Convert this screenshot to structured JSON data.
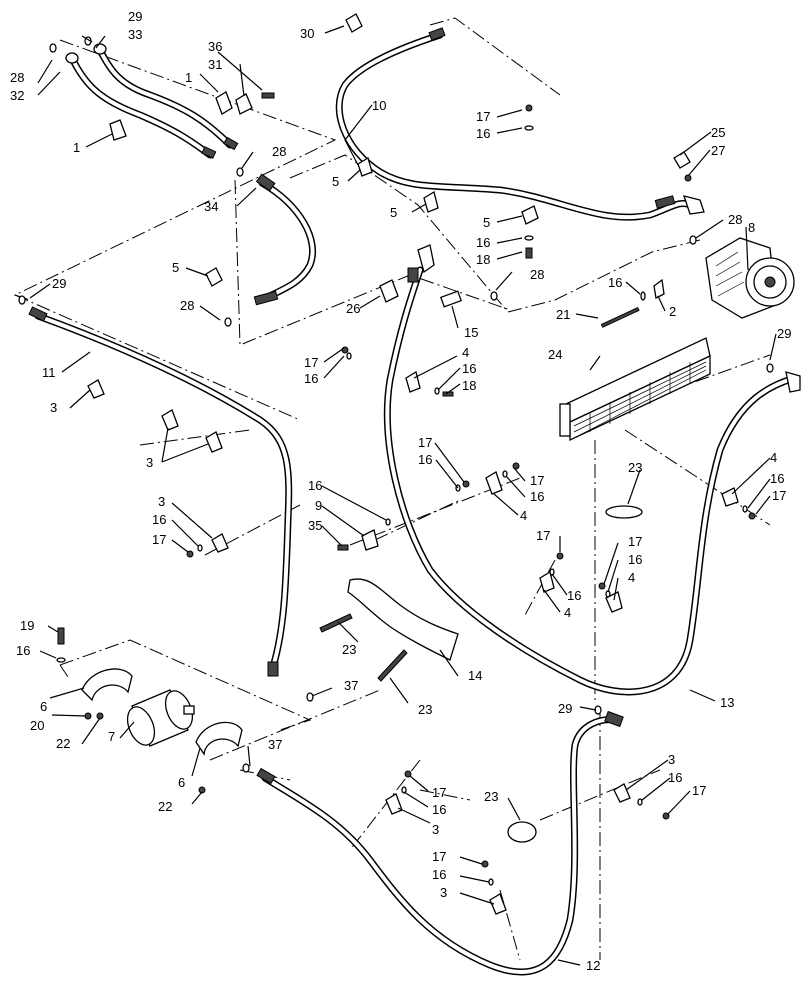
{
  "diagram": {
    "callouts": [
      {
        "id": "c29a",
        "text": "29"
      },
      {
        "id": "c33",
        "text": "33"
      },
      {
        "id": "c28a",
        "text": "28"
      },
      {
        "id": "c32",
        "text": "32"
      },
      {
        "id": "c36",
        "text": "36"
      },
      {
        "id": "c1a",
        "text": "1"
      },
      {
        "id": "c31",
        "text": "31"
      },
      {
        "id": "c1b",
        "text": "1"
      },
      {
        "id": "c28b",
        "text": "28"
      },
      {
        "id": "c34",
        "text": "34"
      },
      {
        "id": "c30",
        "text": "30"
      },
      {
        "id": "c10",
        "text": "10"
      },
      {
        "id": "c5a",
        "text": "5"
      },
      {
        "id": "c5b",
        "text": "5"
      },
      {
        "id": "c17a",
        "text": "17"
      },
      {
        "id": "c16a",
        "text": "16"
      },
      {
        "id": "c5c",
        "text": "5"
      },
      {
        "id": "c16b",
        "text": "16"
      },
      {
        "id": "c18a",
        "text": "18"
      },
      {
        "id": "c25",
        "text": "25"
      },
      {
        "id": "c27",
        "text": "27"
      },
      {
        "id": "c28c",
        "text": "28"
      },
      {
        "id": "c8",
        "text": "8"
      },
      {
        "id": "c16c",
        "text": "16"
      },
      {
        "id": "c2",
        "text": "2"
      },
      {
        "id": "c21",
        "text": "21"
      },
      {
        "id": "c5d",
        "text": "5"
      },
      {
        "id": "c28d",
        "text": "28"
      },
      {
        "id": "c29b",
        "text": "29"
      },
      {
        "id": "c11",
        "text": "11"
      },
      {
        "id": "c3a",
        "text": "3"
      },
      {
        "id": "c3b",
        "text": "3"
      },
      {
        "id": "c26",
        "text": "26"
      },
      {
        "id": "c28e",
        "text": "28"
      },
      {
        "id": "c15",
        "text": "15"
      },
      {
        "id": "c17b",
        "text": "17"
      },
      {
        "id": "c16d",
        "text": "16"
      },
      {
        "id": "c4a",
        "text": "4"
      },
      {
        "id": "c16e",
        "text": "16"
      },
      {
        "id": "c18b",
        "text": "18"
      },
      {
        "id": "c24",
        "text": "24"
      },
      {
        "id": "c29c",
        "text": "29"
      },
      {
        "id": "c17c",
        "text": "17"
      },
      {
        "id": "c16f",
        "text": "16"
      },
      {
        "id": "c17d",
        "text": "17"
      },
      {
        "id": "c16g",
        "text": "16"
      },
      {
        "id": "c4b",
        "text": "4"
      },
      {
        "id": "c23a",
        "text": "23"
      },
      {
        "id": "c4c",
        "text": "4"
      },
      {
        "id": "c16h",
        "text": "16"
      },
      {
        "id": "c17e",
        "text": "17"
      },
      {
        "id": "c3c",
        "text": "3"
      },
      {
        "id": "c16i",
        "text": "16"
      },
      {
        "id": "c17f",
        "text": "17"
      },
      {
        "id": "c16j",
        "text": "16"
      },
      {
        "id": "c9",
        "text": "9"
      },
      {
        "id": "c35",
        "text": "35"
      },
      {
        "id": "c17g",
        "text": "17"
      },
      {
        "id": "c16k",
        "text": "16"
      },
      {
        "id": "c4d",
        "text": "4"
      },
      {
        "id": "c17h",
        "text": "17"
      },
      {
        "id": "c16l",
        "text": "16"
      },
      {
        "id": "c4e",
        "text": "4"
      },
      {
        "id": "c19",
        "text": "19"
      },
      {
        "id": "c16m",
        "text": "16"
      },
      {
        "id": "c23b",
        "text": "23"
      },
      {
        "id": "c14",
        "text": "14"
      },
      {
        "id": "c6a",
        "text": "6"
      },
      {
        "id": "c20",
        "text": "20"
      },
      {
        "id": "c22a",
        "text": "22"
      },
      {
        "id": "c7",
        "text": "7"
      },
      {
        "id": "c37a",
        "text": "37"
      },
      {
        "id": "c23c",
        "text": "23"
      },
      {
        "id": "c13",
        "text": "13"
      },
      {
        "id": "c29d",
        "text": "29"
      },
      {
        "id": "c37b",
        "text": "37"
      },
      {
        "id": "c6b",
        "text": "6"
      },
      {
        "id": "c22b",
        "text": "22"
      },
      {
        "id": "c3d",
        "text": "3"
      },
      {
        "id": "c16n",
        "text": "16"
      },
      {
        "id": "c17i",
        "text": "17"
      },
      {
        "id": "c17j",
        "text": "17"
      },
      {
        "id": "c16o",
        "text": "16"
      },
      {
        "id": "c3e",
        "text": "3"
      },
      {
        "id": "c23d",
        "text": "23"
      },
      {
        "id": "c17k",
        "text": "17"
      },
      {
        "id": "c16p",
        "text": "16"
      },
      {
        "id": "c3f",
        "text": "3"
      },
      {
        "id": "c12",
        "text": "12"
      }
    ]
  }
}
